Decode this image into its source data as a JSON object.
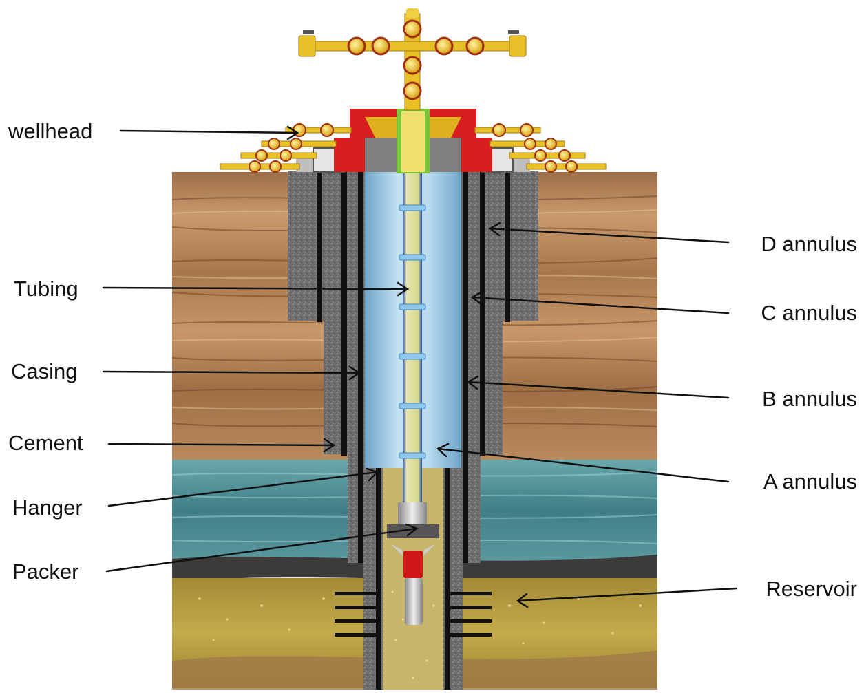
{
  "labels_left": {
    "wellhead": "wellhead",
    "tubing": "Tubing",
    "casing": "Casing",
    "cement": "Cement",
    "hanger": "Hanger",
    "packer": "Packer"
  },
  "labels_right": {
    "d_annulus": "D annulus",
    "c_annulus": "C annulus",
    "b_annulus": "B annulus",
    "a_annulus": "A annulus",
    "reservoir": "Reservoir"
  },
  "colors": {
    "rock": "#b0855a",
    "rock_dark": "#7a5030",
    "water_zone": "#5a9aa0",
    "reservoir_sand": "#b8a040",
    "cement": "#6a6a6a",
    "casing": "#111111",
    "annulus_fluid": "#a8d0e6",
    "tubing": "#d6d890",
    "wellhead_red": "#d81e1e",
    "valves": "#f0c020",
    "packer_red": "#d01818"
  }
}
